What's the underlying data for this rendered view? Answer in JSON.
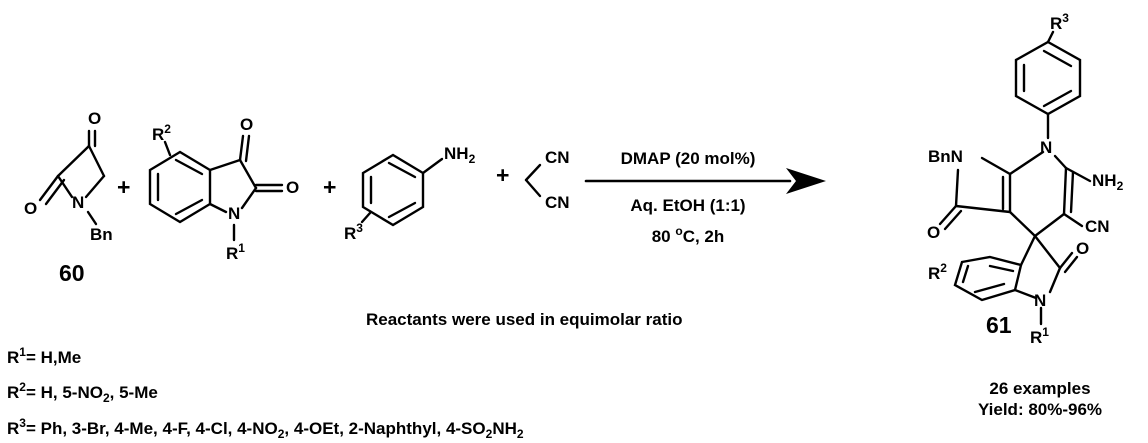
{
  "atoms": {
    "O": "O",
    "N": "N",
    "Bn": "Bn",
    "BnN": "BnN",
    "NH2": "NH",
    "CN": "CN",
    "R": "R",
    "sup1": "1",
    "sup2": "2",
    "sup3": "3",
    "sub2": "2"
  },
  "compounds": {
    "c60": "60",
    "c61": "61"
  },
  "conditions": {
    "catalyst": "DMAP (20 mol%)",
    "solvent": "Aq. EtOH (1:1)",
    "temperature_prefix": "80 ",
    "temperature_sup": "o",
    "temperature_suffix": "C, 2h"
  },
  "plus": "+",
  "note": "Reactants were used in equimolar ratio",
  "substituents": {
    "r1_value": "= H,Me",
    "r2_prefix": "= H, 5-NO",
    "r2_suffix": ", 5-Me",
    "r3_prefix": "= Ph, 3-Br, 4-Me, 4-F, 4-Cl, 4-NO",
    "r3_mid": ", 4-OEt, 2-Naphthyl, 4-SO",
    "r3_nh": "NH"
  },
  "results": {
    "examples": "26 examples",
    "yield": "Yield: 80%-96%"
  }
}
